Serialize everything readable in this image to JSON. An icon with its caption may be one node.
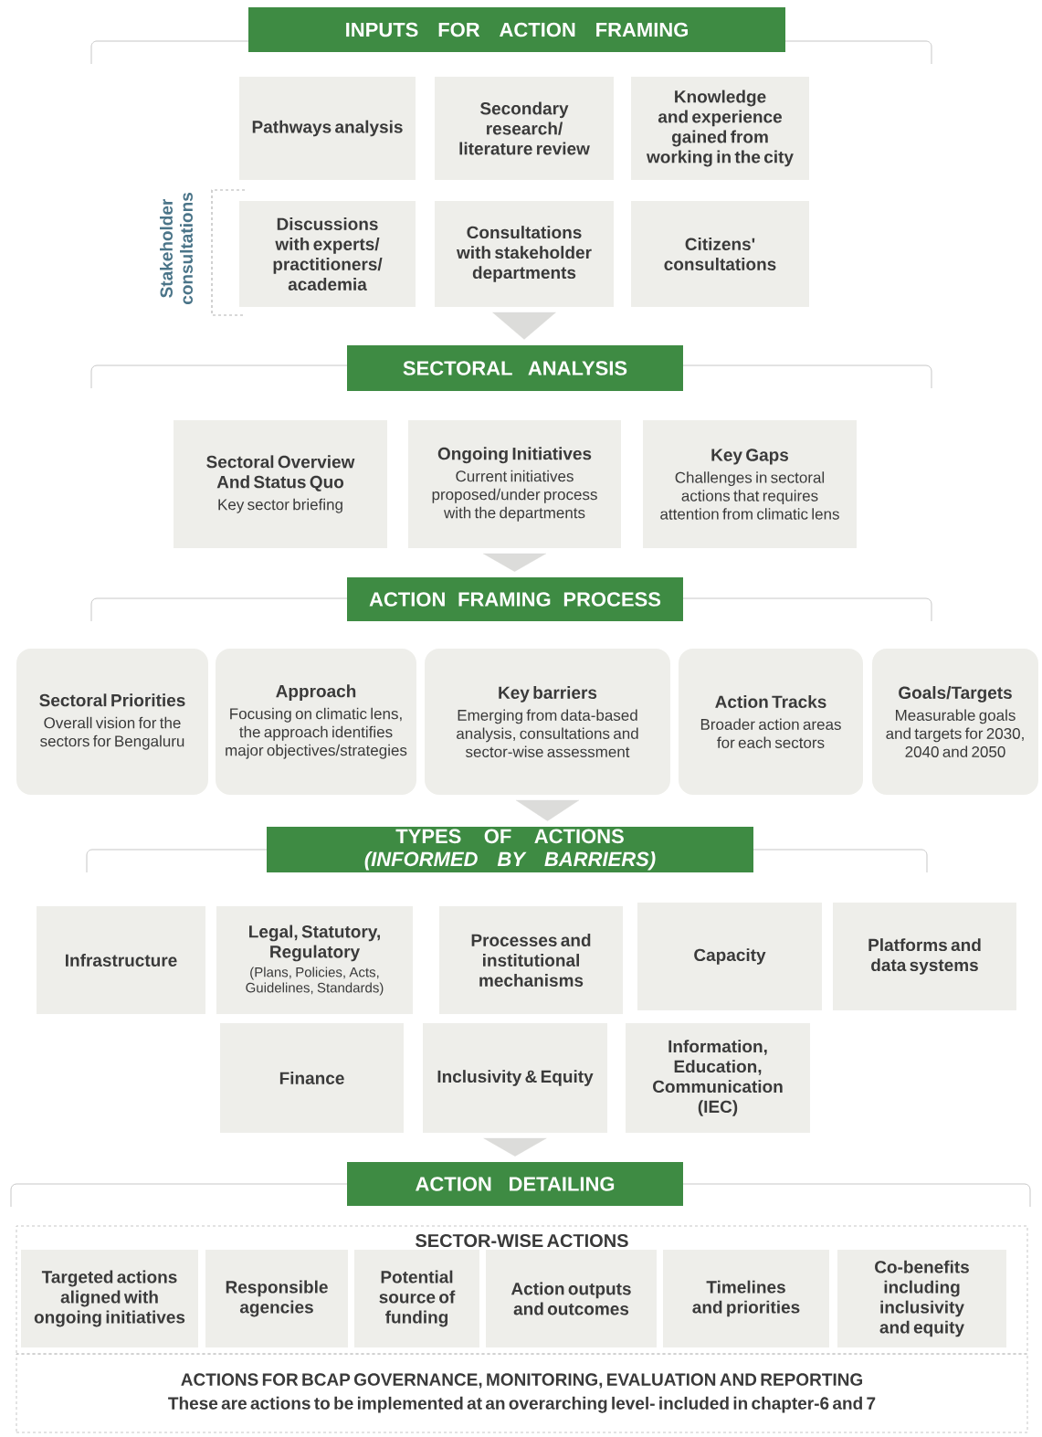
{
  "diagram": {
    "nodes": [
      {
        "text": [
          "INPUTS FOR ACTION FRAMING"
        ]
      },
      {
        "text": [
          "Pathways analysis"
        ]
      },
      {
        "text": [
          "Secondary research/ literature review"
        ]
      },
      {
        "text": [
          "Knowledge and experience gained from working in the city"
        ]
      },
      {
        "text": [
          "Discussions with experts/ practitioners/ academia"
        ]
      },
      {
        "text": [
          "Consultations with stakeholder departments"
        ]
      },
      {
        "text": [
          "Citizens' consultations"
        ]
      },
      {
        "text": [
          "SECTORAL ANALYSIS"
        ]
      },
      {
        "text": [
          "Sectoral Overview And Status Quo",
          "Key sector briefing"
        ]
      },
      {
        "text": [
          "Ongoing Initiatives",
          "Current initiatives proposed/under process with the departments"
        ]
      },
      {
        "text": [
          "Key Gaps",
          "Challenges in sectoral actions that requires attention from climatic lens"
        ]
      },
      {
        "text": [
          "ACTION FRAMING PROCESS"
        ]
      },
      {
        "text": [
          "Sectoral Priorities",
          "Overall vision for the sectors for Bengaluru"
        ]
      },
      {
        "text": [
          "Approach",
          "Focusing on climatic lens, the approach identifies major objectives/strategies"
        ]
      },
      {
        "text": [
          "Key barriers",
          "Emerging from data-based analysis, consultations and sector-wise assessment"
        ]
      },
      {
        "text": [
          "Action Tracks",
          "Broader action areas for each sectors"
        ]
      },
      {
        "text": [
          "Goals/Targets",
          "Measurable goals and targets for 2030, 2040 and 2050"
        ]
      },
      {
        "text": [
          "TYPES  OF ACTIONS *(INFORMED BY BARRIERS)*"
        ]
      },
      {
        "text": [
          "Infrastructure"
        ]
      },
      {
        "text": [
          "Legal, Statutory, Regulatory",
          "(Plans, Policies, Acts, Guidelines, Standards)"
        ]
      },
      {
        "text": [
          "Processes and institutional mechanisms"
        ]
      },
      {
        "text": [
          "Capacity"
        ]
      },
      {
        "text": [
          "Platforms and data systems"
        ]
      },
      {
        "text": [
          "Finance"
        ]
      },
      {
        "text": [
          "Inclusivity & Equity"
        ]
      },
      {
        "text": [
          "Information, Education, Communication (IEC)"
        ]
      },
      {
        "text": [
          "ACTION DETAILING"
        ]
      },
      {
        "text": [
          "SECTOR-WISE ACTIONS"
        ]
      },
      {
        "text": [
          "Targeted actions aligned with ongoing initiatives"
        ],
        "in": 27
      },
      {
        "text": [
          "Responsible agencies"
        ],
        "in": 27
      },
      {
        "text": [
          "Potential source of funding"
        ],
        "in": 27
      },
      {
        "text": [
          "Action outputs and outcomes"
        ],
        "in": 27
      },
      {
        "text": [
          "Timelines and priorities"
        ],
        "in": 27
      },
      {
        "text": [
          "Co-benefits including inclusivity and equity"
        ],
        "in": 27
      },
      {
        "text": [
          "ACTIONS FOR BCAP GOVERNANCE, MONITORING, EVALUATION AND REPORTING",
          "These are actions to be implemented at an overarching level- included in chapter-6 and 7"
        ]
      }
    ],
    "edges": [
      {
        "from": 5,
        "to": 7,
        "arrow": "to"
      },
      {
        "from": 9,
        "to": 11,
        "arrow": "to"
      },
      {
        "from": 14,
        "to": 17,
        "arrow": "to"
      },
      {
        "from": 24,
        "to": 26,
        "arrow": "to"
      }
    ],
    "labels": [
      "Stakeholder consultations"
    ]
  }
}
